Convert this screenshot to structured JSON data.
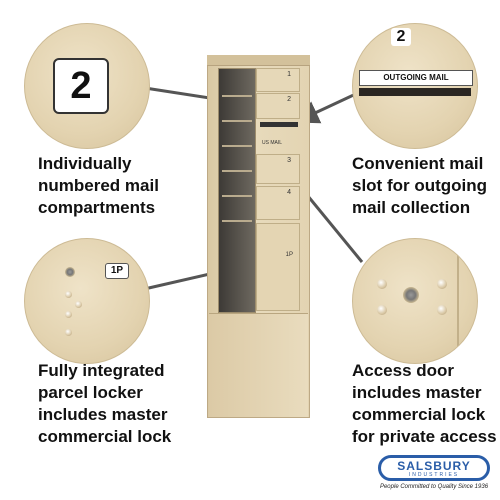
{
  "callouts": {
    "top_left": {
      "tag_number": "2",
      "caption_lines": [
        "Individually",
        "numbered mail",
        "compartments"
      ]
    },
    "top_right": {
      "tag_number": "2",
      "slot_label": "OUTGOING MAIL",
      "caption_lines": [
        "Convenient mail",
        "slot for outgoing",
        "mail collection"
      ]
    },
    "bottom_left": {
      "tag_label": "1P",
      "caption_lines": [
        "Fully integrated",
        "parcel locker",
        "includes master",
        "commercial lock"
      ]
    },
    "bottom_right": {
      "caption_lines": [
        "Access door",
        "includes master",
        "commercial lock",
        "for private access"
      ]
    }
  },
  "mailbox": {
    "compartment_numbers": [
      "1",
      "2",
      "3",
      "4"
    ],
    "slot_label": "US MAIL",
    "parcel_label": "1P"
  },
  "brand": {
    "name": "SALSBURY",
    "subtitle": "INDUSTRIES",
    "tagline": "People Committed to Quality Since 1936"
  },
  "colors": {
    "finish": "#e3d4b2",
    "arrow": "#555555",
    "logo": "#2a5da8"
  }
}
